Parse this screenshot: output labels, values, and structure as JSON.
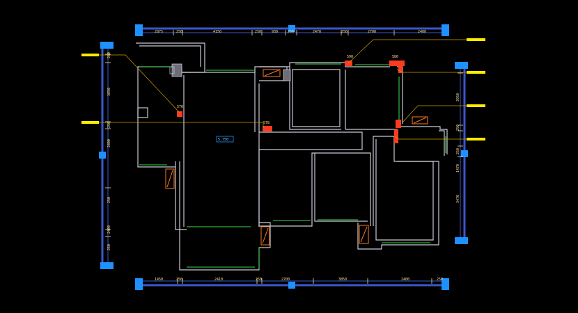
{
  "drawing": {
    "background": "#000000",
    "wall_color": "#c9c9d6",
    "window_color": "#2fae3a",
    "dim_line_color": "#3b57c9",
    "marker_color": "#1e90ff",
    "callout_color": "#ffeb00",
    "leader_color": "#c8a000",
    "highlight_color": "#ff3b1f",
    "room_tag": "5.750"
  },
  "dimensions": {
    "top": [
      "2875",
      "250",
      "4150",
      "250",
      "930",
      "250",
      "2470",
      "250",
      "2700",
      "2400"
    ],
    "bottom": [
      "1450",
      "250",
      "2410",
      "250",
      "2700",
      "3850",
      "2400",
      "250"
    ],
    "left": [
      "200",
      "3850",
      "250",
      "2800",
      "250",
      "2400",
      "250"
    ],
    "right": [
      "3950",
      "250",
      "250",
      "1470",
      "3470"
    ],
    "detail": [
      "590",
      "580",
      "570",
      "578"
    ]
  },
  "callouts": [
    {
      "id": "callout-left-top"
    },
    {
      "id": "callout-left-mid"
    },
    {
      "id": "callout-right-1"
    },
    {
      "id": "callout-right-2"
    },
    {
      "id": "callout-right-3"
    },
    {
      "id": "callout-right-4"
    }
  ]
}
